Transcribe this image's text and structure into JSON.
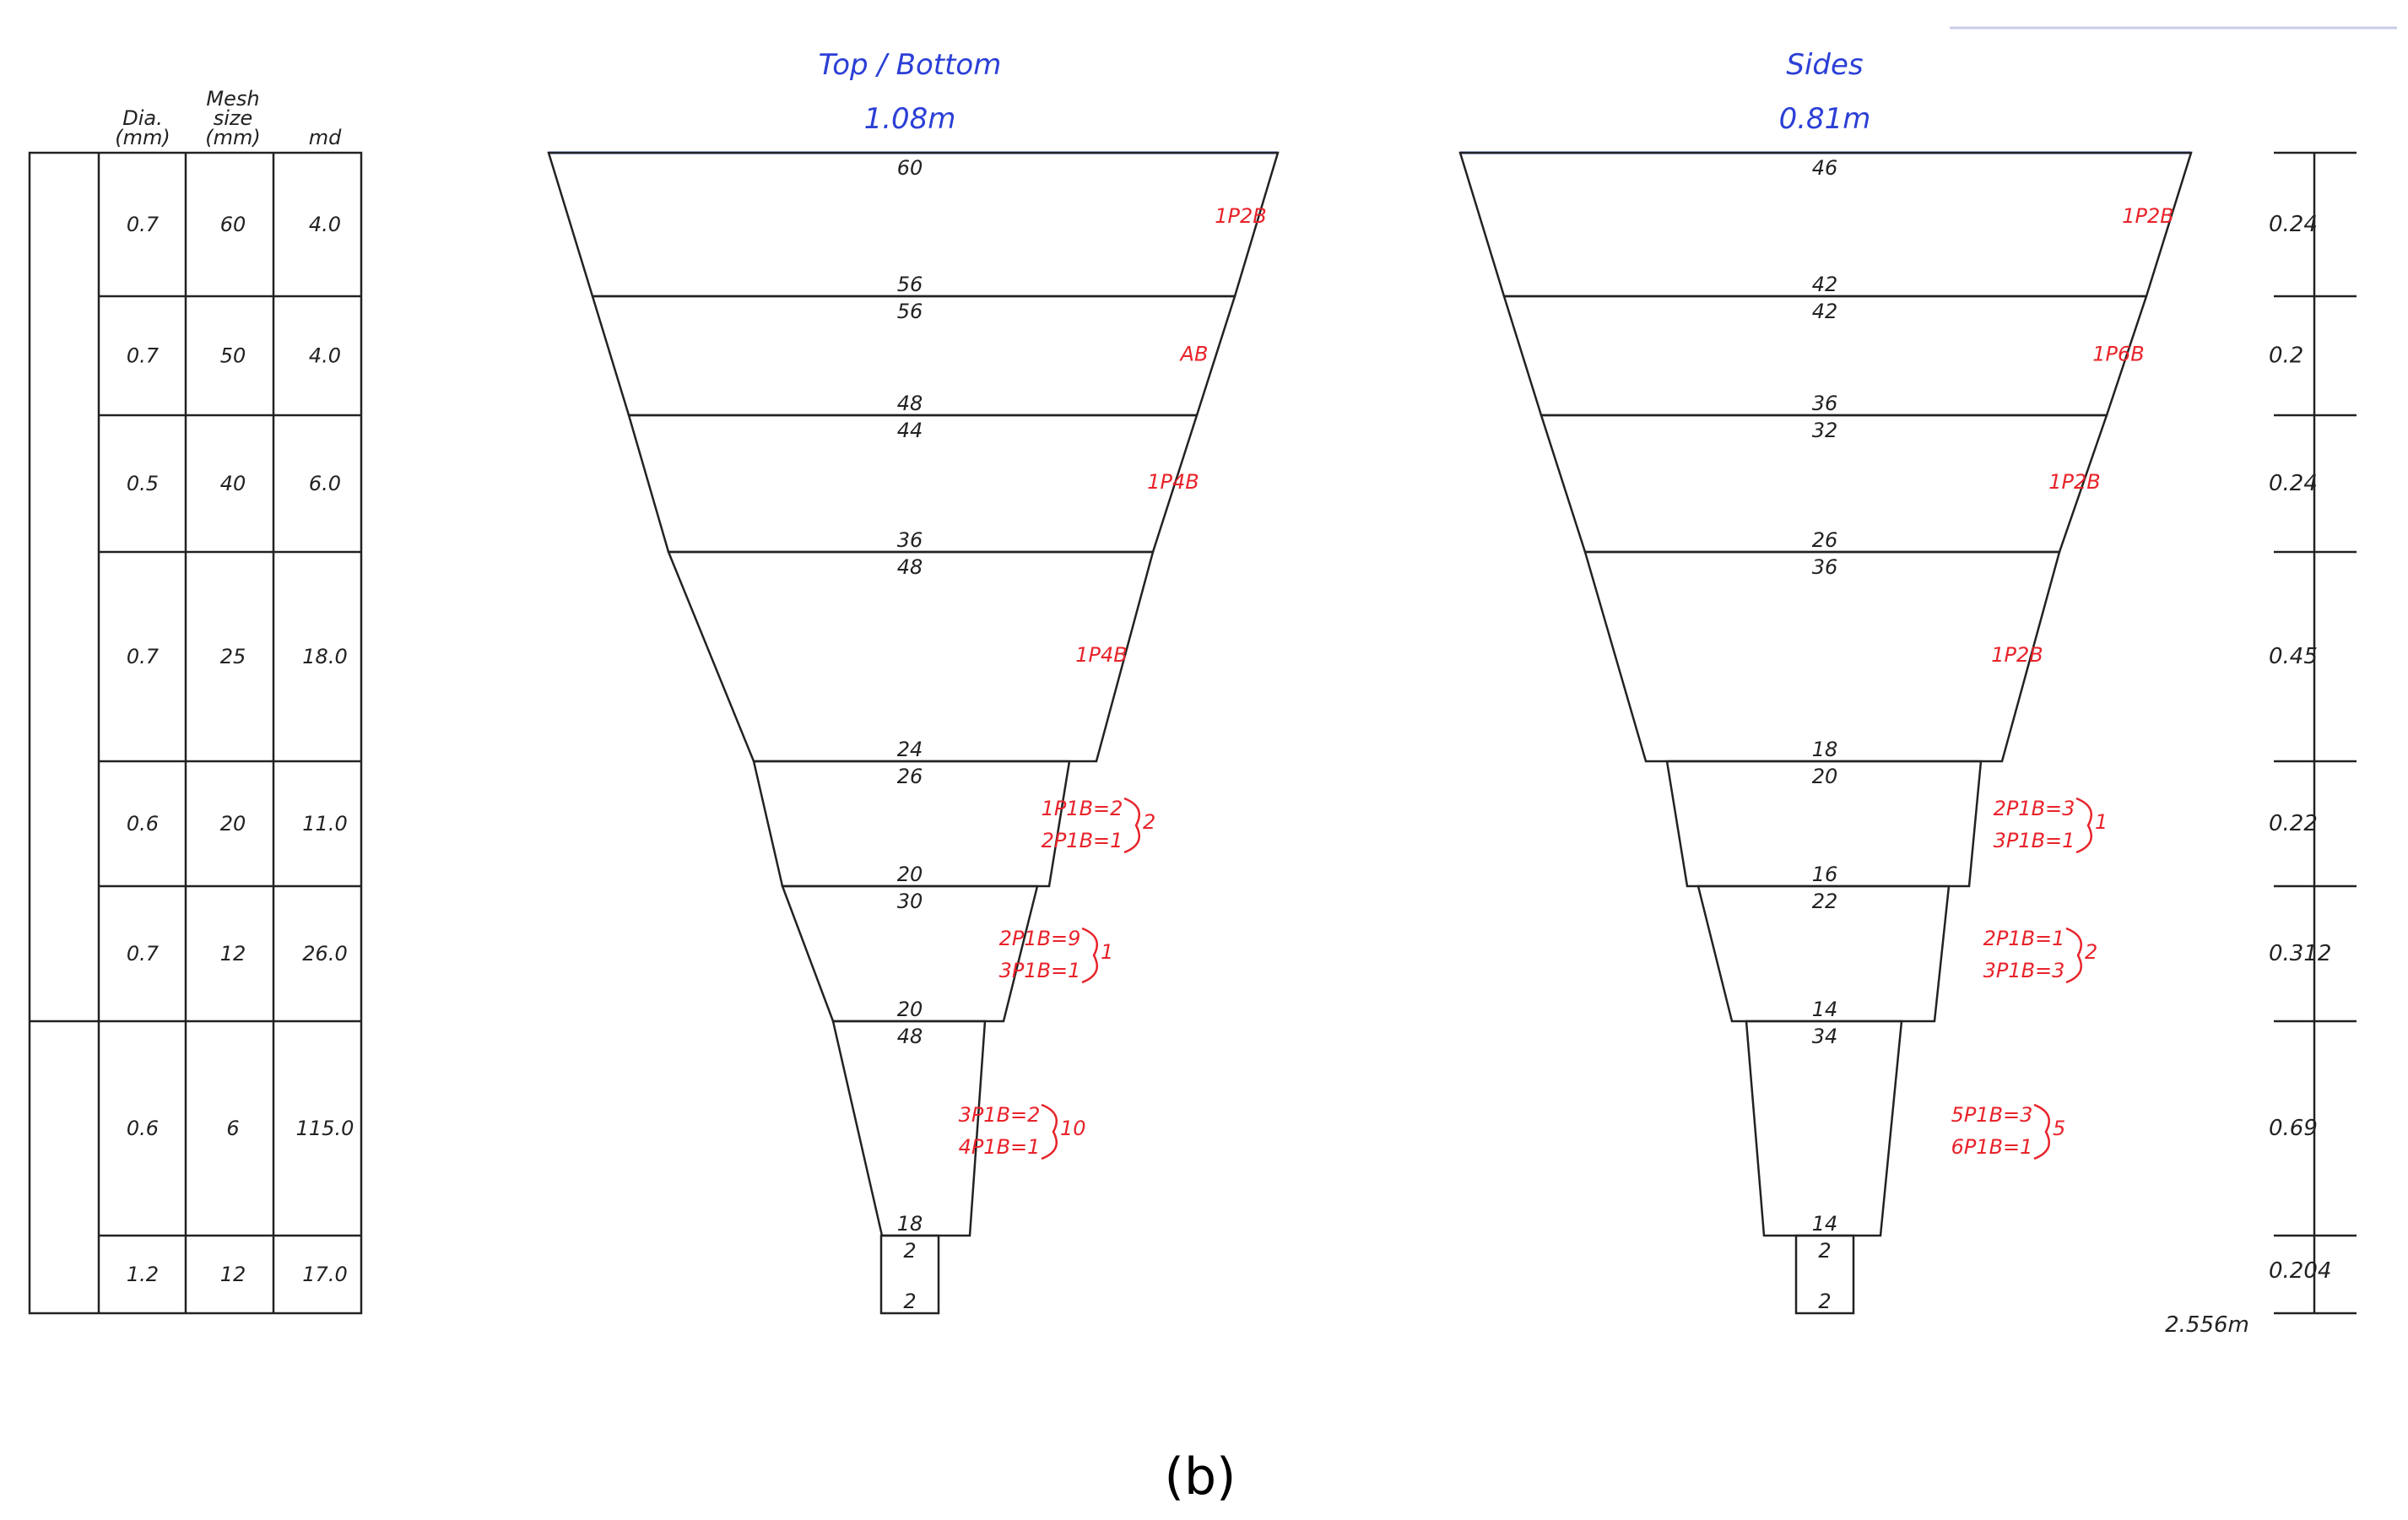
{
  "table": {
    "headers": [
      {
        "key": "dia",
        "lines": [
          "Dia.",
          "(mm)"
        ]
      },
      {
        "key": "mesh",
        "lines": [
          "Mesh",
          "size",
          "(mm)"
        ]
      },
      {
        "key": "md",
        "lines": [
          "md"
        ]
      }
    ],
    "rows": [
      {
        "dia": "0.7",
        "mesh": "60",
        "md": "4.0"
      },
      {
        "dia": "0.7",
        "mesh": "50",
        "md": "4.0"
      },
      {
        "dia": "0.5",
        "mesh": "40",
        "md": "6.0"
      },
      {
        "dia": "0.7",
        "mesh": "25",
        "md": "18.0"
      },
      {
        "dia": "0.6",
        "mesh": "20",
        "md": "11.0"
      },
      {
        "dia": "0.7",
        "mesh": "12",
        "md": "26.0"
      },
      {
        "dia": "0.6",
        "mesh": "6",
        "md": "115.0"
      },
      {
        "dia": "1.2",
        "mesh": "12",
        "md": "17.0"
      }
    ]
  },
  "panels": [
    {
      "id": "top-bottom",
      "title": "Top / Bottom",
      "width_label": "1.08m",
      "top_width_m": 1.08,
      "sections": [
        {
          "top": "60",
          "bottom": "56",
          "labels": [
            "1P2B"
          ],
          "brace": ""
        },
        {
          "top": "56",
          "bottom": "48",
          "labels": [
            "AB"
          ],
          "brace": ""
        },
        {
          "top": "44",
          "bottom": "36",
          "labels": [
            "1P4B"
          ],
          "brace": ""
        },
        {
          "top": "48",
          "bottom": "24",
          "labels": [
            "1P4B"
          ],
          "brace": ""
        },
        {
          "top": "26",
          "bottom": "20",
          "labels": [
            "1P1B=2",
            "2P1B=1"
          ],
          "brace": "2"
        },
        {
          "top": "30",
          "bottom": "20",
          "labels": [
            "2P1B=9",
            "3P1B=1"
          ],
          "brace": "1"
        },
        {
          "top": "48",
          "bottom": "18",
          "labels": [
            "3P1B=2",
            "4P1B=1"
          ],
          "brace": "10"
        },
        {
          "top": "2",
          "bottom": "2",
          "labels": [],
          "brace": ""
        }
      ]
    },
    {
      "id": "sides",
      "title": "Sides",
      "width_label": "0.81m",
      "top_width_m": 0.81,
      "sections": [
        {
          "top": "46",
          "bottom": "42",
          "labels": [
            "1P2B"
          ],
          "brace": ""
        },
        {
          "top": "42",
          "bottom": "36",
          "labels": [
            "1P6B"
          ],
          "brace": ""
        },
        {
          "top": "32",
          "bottom": "26",
          "labels": [
            "1P2B"
          ],
          "brace": ""
        },
        {
          "top": "36",
          "bottom": "18",
          "labels": [
            "1P2B"
          ],
          "brace": ""
        },
        {
          "top": "20",
          "bottom": "16",
          "labels": [
            "2P1B=3",
            "3P1B=1"
          ],
          "brace": "1"
        },
        {
          "top": "22",
          "bottom": "14",
          "labels": [
            "2P1B=1",
            "3P1B=3"
          ],
          "brace": "2"
        },
        {
          "top": "34",
          "bottom": "14",
          "labels": [
            "5P1B=3",
            "6P1B=1"
          ],
          "brace": "5"
        },
        {
          "top": "2",
          "bottom": "2",
          "labels": [],
          "brace": ""
        }
      ]
    }
  ],
  "dimensions": {
    "lengths": [
      "0.24",
      "0.2",
      "0.24",
      "0.45",
      "0.22",
      "0.312",
      "0.69",
      "0.204"
    ],
    "length_values_m": [
      0.24,
      0.2,
      0.24,
      0.45,
      0.22,
      0.312,
      0.69,
      0.204
    ],
    "total": "2.556m"
  },
  "caption": "(b)",
  "colors": {
    "line": "#222222",
    "label": "#e8232a",
    "title": "#2b3fd6"
  }
}
